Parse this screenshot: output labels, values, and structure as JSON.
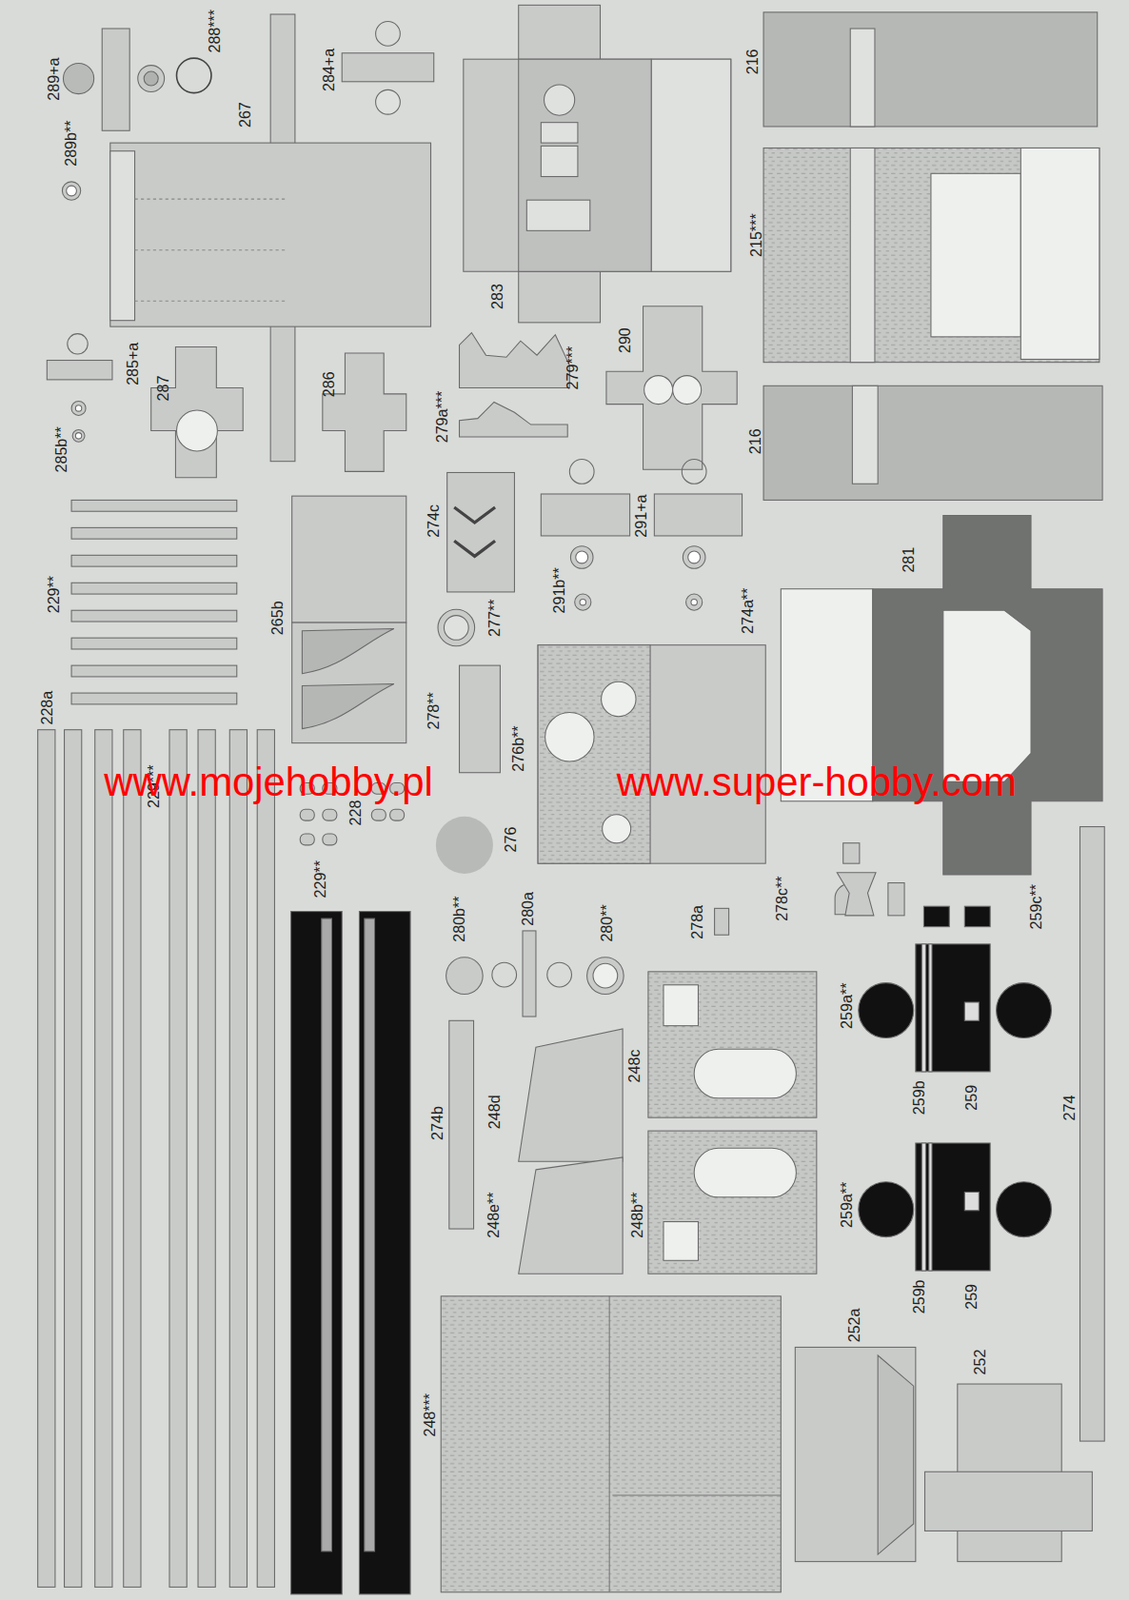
{
  "diagram": {
    "labels": [
      "289+a",
      "288***",
      "267",
      "284+a",
      "216",
      "289b**",
      "283",
      "215***",
      "285+a",
      "287",
      "286",
      "279a***",
      "279***",
      "290",
      "216",
      "285b**",
      "229**",
      "265b",
      "274c",
      "291+a",
      "281",
      "291b**",
      "277**",
      "274a**",
      "228a",
      "278**",
      "276b**",
      "229***",
      "228",
      "276",
      "229**",
      "278c**",
      "259c**",
      "280b**",
      "280a",
      "280**",
      "278a",
      "259a**",
      "259b",
      "259",
      "274",
      "248c",
      "248d",
      "274b",
      "248e**",
      "248b**",
      "259a**",
      "259b",
      "259",
      "252a",
      "252",
      "248***",
      "www.mojehobby.pl",
      "www.super-hobby.com"
    ]
  }
}
